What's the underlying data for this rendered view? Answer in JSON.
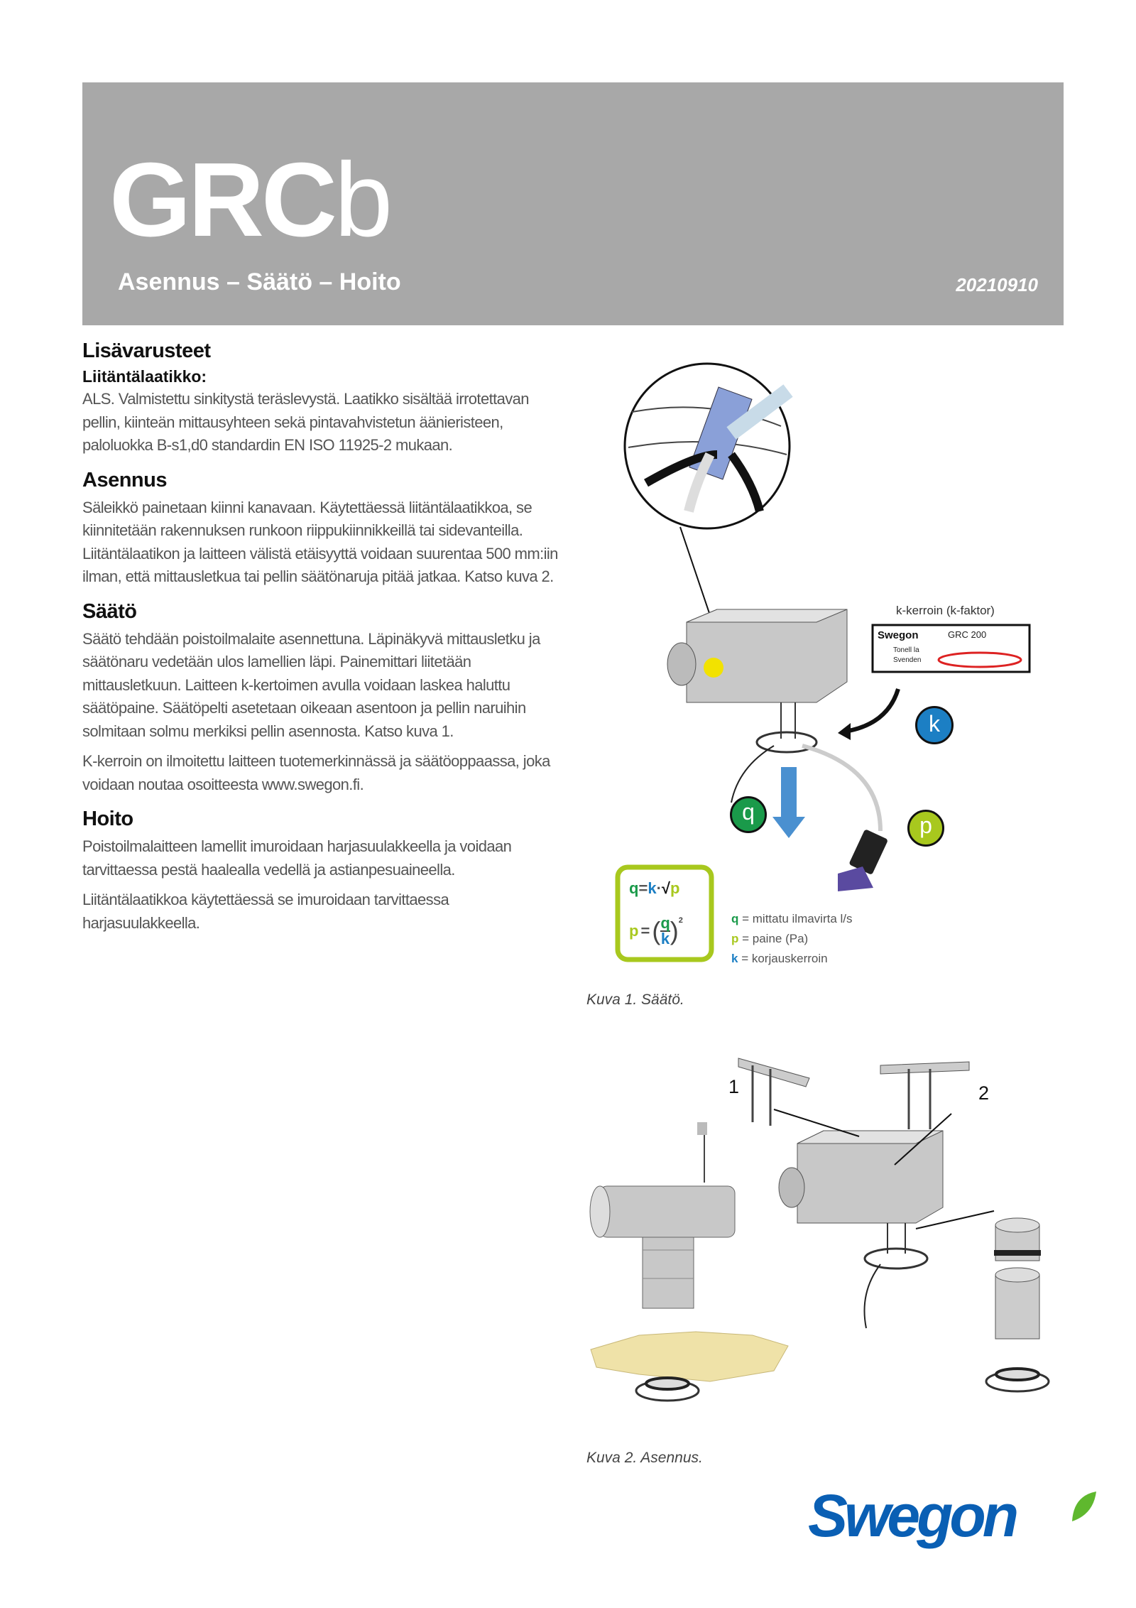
{
  "header": {
    "title_bold": "GRC",
    "title_light": "b",
    "subtitle": "Asennus – Säätö – Hoito",
    "date": "20210910"
  },
  "sections": {
    "accessories": {
      "heading": "Lisävarusteet",
      "subheading": "Liitäntälaatikko:",
      "text": "ALS. Valmistettu sinkitystä teräslevystä. Laatikko sisältää irrotettavan pellin, kiinteän mittausyhteen sekä pintavahvistetun äänieristeen, paloluokka B-s1,d0 standardin EN ISO 11925-2 mukaan."
    },
    "installation": {
      "heading": "Asennus",
      "text": "Säleikkö painetaan kiinni kanavaan. Käytettäessä liitäntälaatikkoa, se kiinnitetään rakennuksen runkoon riippukiinnikkeillä tai sidevanteilla. Liitäntälaatikon ja laitteen välistä etäisyyttä voidaan suurentaa 500 mm:iin ilman, että mittausletkua tai pellin säätönaruja pitää jatkaa. Katso kuva 2."
    },
    "adjustment": {
      "heading": "Säätö",
      "text1": "Säätö tehdään poistoilmalaite asennettuna. Läpinäkyvä mittausletku ja säätönaru vedetään ulos lamellien läpi. Painemittari liitetään mittausletkuun. Laitteen k-kertoimen avulla voidaan laskea haluttu säätöpaine. Säätöpelti asetetaan oikeaan asentoon ja pellin naruihin solmitaan solmu merkiksi pellin asennosta. Katso kuva 1.",
      "text2": "K-kerroin on ilmoitettu laitteen tuotemerkinnässä ja säätöoppaassa, joka voidaan noutaa osoitteesta www.swegon.fi."
    },
    "maintenance": {
      "heading": "Hoito",
      "text1": "Poistoilmalaitteen lamellit imuroidaan harjasuulakkeella ja voidaan tarvittaessa pestä haalealla vedellä ja astianpesuaineella.",
      "text2": "Liitäntälaatikkoa käytettäessä se imuroidaan tarvittaessa harjasuulakkeella."
    }
  },
  "figure1": {
    "k_label": "k-kerroin (k-faktor)",
    "rating_plate": {
      "brand": "Swegon",
      "model": "GRC 200",
      "line1": "Tonell la",
      "line2": "Svenden"
    },
    "badges": {
      "k": "k",
      "q": "q",
      "p": "p"
    },
    "formula1": {
      "q": "q",
      "eq": "=",
      "k": "k",
      "dot": "·",
      "sqrt": "√",
      "p": "p"
    },
    "formula2": {
      "p": "p",
      "eq": "=",
      "q": "q",
      "k": "k",
      "exp": "2"
    },
    "legend": [
      {
        "sym": "q",
        "text": "= mittatu ilmavirta l/s"
      },
      {
        "sym": "p",
        "text": "= paine (Pa)"
      },
      {
        "sym": "k",
        "text": "= korjauskerroin"
      }
    ],
    "caption": "Kuva 1. Säätö."
  },
  "figure2": {
    "label1": "1",
    "label2": "2",
    "caption": "Kuva 2. Asennus."
  },
  "logo": {
    "text": "Swegon"
  },
  "colors": {
    "header": "#a8a8a8",
    "green_q": "#1a9a4a",
    "lime_p": "#a8c81e",
    "blue_k": "#1c7fc4",
    "brand_blue": "#0a5fb4"
  }
}
